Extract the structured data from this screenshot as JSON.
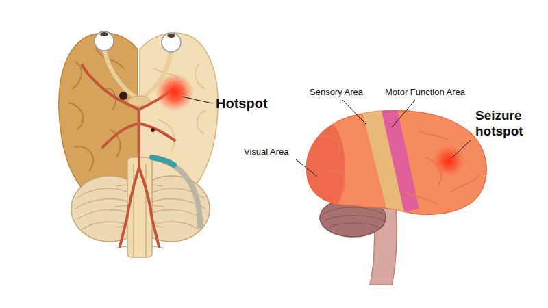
{
  "diagram": {
    "labels": [
      "Hotspot",
      "Sensory Area",
      "Motor Function Area",
      "Visual Area",
      "Seizure hotspot"
    ]
  }
}
